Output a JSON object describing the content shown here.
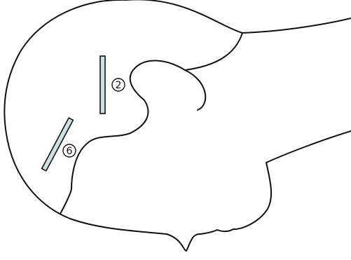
{
  "diagram": {
    "markers": [
      {
        "id": "electrode-2",
        "label": "2",
        "fill": "#c9e3e1"
      },
      {
        "id": "electrode-6",
        "label": "6",
        "fill": "#c9e3e1"
      }
    ]
  }
}
